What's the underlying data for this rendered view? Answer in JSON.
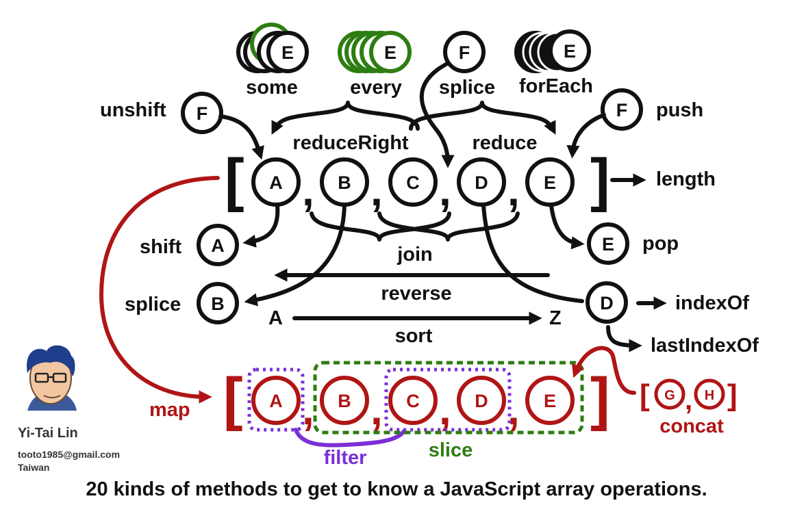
{
  "colors": {
    "ink": "#111111",
    "red": "#b01515",
    "green": "#2e7d12",
    "purple": "#7b2fd6",
    "skin": "#f2c6a0",
    "hair": "#1f3f8c"
  },
  "array_main": {
    "open": "[",
    "close": "]",
    "comma": ",",
    "items": [
      "A",
      "B",
      "C",
      "D",
      "E"
    ]
  },
  "array_result": {
    "open": "[",
    "close": "]",
    "comma": ",",
    "items": [
      "A",
      "B",
      "C",
      "D",
      "E"
    ]
  },
  "concat_array": {
    "open": "[",
    "close": "]",
    "comma": ",",
    "items": [
      "G",
      "H"
    ]
  },
  "circles": {
    "F": "F",
    "E": "E",
    "A": "A",
    "B": "B",
    "D": "D"
  },
  "labels": {
    "some": "some",
    "every": "every",
    "splice_top": "splice",
    "forEach": "forEach",
    "unshift": "unshift",
    "push": "push",
    "reduceRight": "reduceRight",
    "reduce": "reduce",
    "length": "length",
    "shift": "shift",
    "pop": "pop",
    "join": "join",
    "splice_left": "splice",
    "reverse": "reverse",
    "indexOf": "indexOf",
    "sort": "sort",
    "sort_from": "A",
    "sort_to": "Z",
    "lastIndexOf": "lastIndexOf",
    "map": "map",
    "filter": "filter",
    "slice": "slice",
    "concat": "concat"
  },
  "author": {
    "name": "Yi-Tai Lin",
    "email": "tooto1985@gmail.com",
    "location": "Taiwan"
  },
  "caption": "20 kinds of methods to get to know a JavaScript array operations."
}
